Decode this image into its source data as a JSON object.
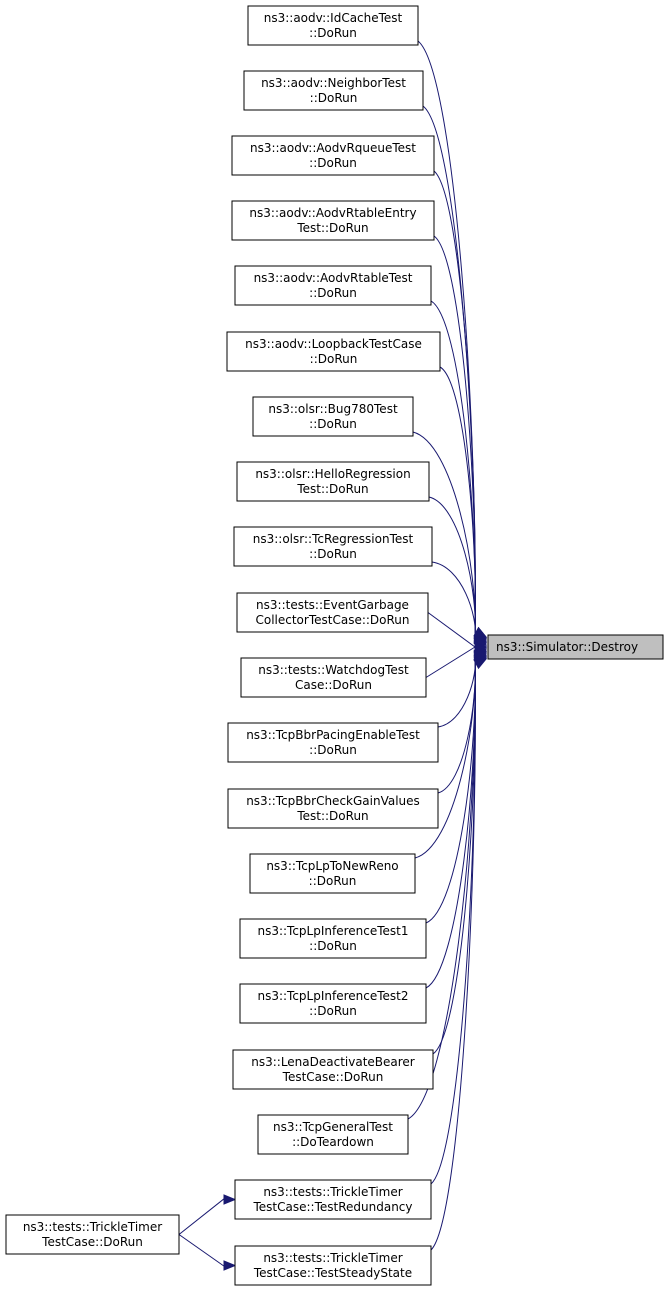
{
  "diagram": {
    "target": {
      "id": "destroy",
      "label": "ns3::Simulator::Destroy"
    },
    "nodes": [
      {
        "id": "idcache",
        "lines": [
          "ns3::aodv::IdCacheTest",
          "::DoRun"
        ]
      },
      {
        "id": "neighbor",
        "lines": [
          "ns3::aodv::NeighborTest",
          "::DoRun"
        ]
      },
      {
        "id": "rqueue",
        "lines": [
          "ns3::aodv::AodvRqueueTest",
          "::DoRun"
        ]
      },
      {
        "id": "rtentry",
        "lines": [
          "ns3::aodv::AodvRtableEntry",
          "Test::DoRun"
        ]
      },
      {
        "id": "rtable",
        "lines": [
          "ns3::aodv::AodvRtableTest",
          "::DoRun"
        ]
      },
      {
        "id": "loopback",
        "lines": [
          "ns3::aodv::LoopbackTestCase",
          "::DoRun"
        ]
      },
      {
        "id": "bug780",
        "lines": [
          "ns3::olsr::Bug780Test",
          "::DoRun"
        ]
      },
      {
        "id": "hello",
        "lines": [
          "ns3::olsr::HelloRegression",
          "Test::DoRun"
        ]
      },
      {
        "id": "tcreg",
        "lines": [
          "ns3::olsr::TcRegressionTest",
          "::DoRun"
        ]
      },
      {
        "id": "evgarbage",
        "lines": [
          "ns3::tests::EventGarbage",
          "CollectorTestCase::DoRun"
        ]
      },
      {
        "id": "watchdog",
        "lines": [
          "ns3::tests::WatchdogTest",
          "Case::DoRun"
        ]
      },
      {
        "id": "bbrpacing",
        "lines": [
          "ns3::TcpBbrPacingEnableTest",
          "::DoRun"
        ]
      },
      {
        "id": "bbrgain",
        "lines": [
          "ns3::TcpBbrCheckGainValues",
          "Test::DoRun"
        ]
      },
      {
        "id": "lpnewreno",
        "lines": [
          "ns3::TcpLpToNewReno",
          "::DoRun"
        ]
      },
      {
        "id": "lpinf1",
        "lines": [
          "ns3::TcpLpInferenceTest1",
          "::DoRun"
        ]
      },
      {
        "id": "lpinf2",
        "lines": [
          "ns3::TcpLpInferenceTest2",
          "::DoRun"
        ]
      },
      {
        "id": "lena",
        "lines": [
          "ns3::LenaDeactivateBearer",
          "TestCase::DoRun"
        ]
      },
      {
        "id": "tcpgeneral",
        "lines": [
          "ns3::TcpGeneralTest",
          "::DoTeardown"
        ]
      },
      {
        "id": "trickleredund",
        "lines": [
          "ns3::tests::TrickleTimer",
          "TestCase::TestRedundancy"
        ]
      },
      {
        "id": "tricklesteady",
        "lines": [
          "ns3::tests::TrickleTimer",
          "TestCase::TestSteadyState"
        ]
      },
      {
        "id": "trickledorun",
        "lines": [
          "ns3::tests::TrickleTimer",
          "TestCase::DoRun"
        ]
      }
    ],
    "edges": [
      [
        "idcache",
        "destroy"
      ],
      [
        "neighbor",
        "destroy"
      ],
      [
        "rqueue",
        "destroy"
      ],
      [
        "rtentry",
        "destroy"
      ],
      [
        "rtable",
        "destroy"
      ],
      [
        "loopback",
        "destroy"
      ],
      [
        "bug780",
        "destroy"
      ],
      [
        "hello",
        "destroy"
      ],
      [
        "tcreg",
        "destroy"
      ],
      [
        "evgarbage",
        "destroy"
      ],
      [
        "watchdog",
        "destroy"
      ],
      [
        "bbrpacing",
        "destroy"
      ],
      [
        "bbrgain",
        "destroy"
      ],
      [
        "lpnewreno",
        "destroy"
      ],
      [
        "lpinf1",
        "destroy"
      ],
      [
        "lpinf2",
        "destroy"
      ],
      [
        "lena",
        "destroy"
      ],
      [
        "tcpgeneral",
        "destroy"
      ],
      [
        "trickleredund",
        "destroy"
      ],
      [
        "tricklesteady",
        "destroy"
      ],
      [
        "trickledorun",
        "trickleredund"
      ],
      [
        "trickledorun",
        "tricklesteady"
      ]
    ]
  }
}
